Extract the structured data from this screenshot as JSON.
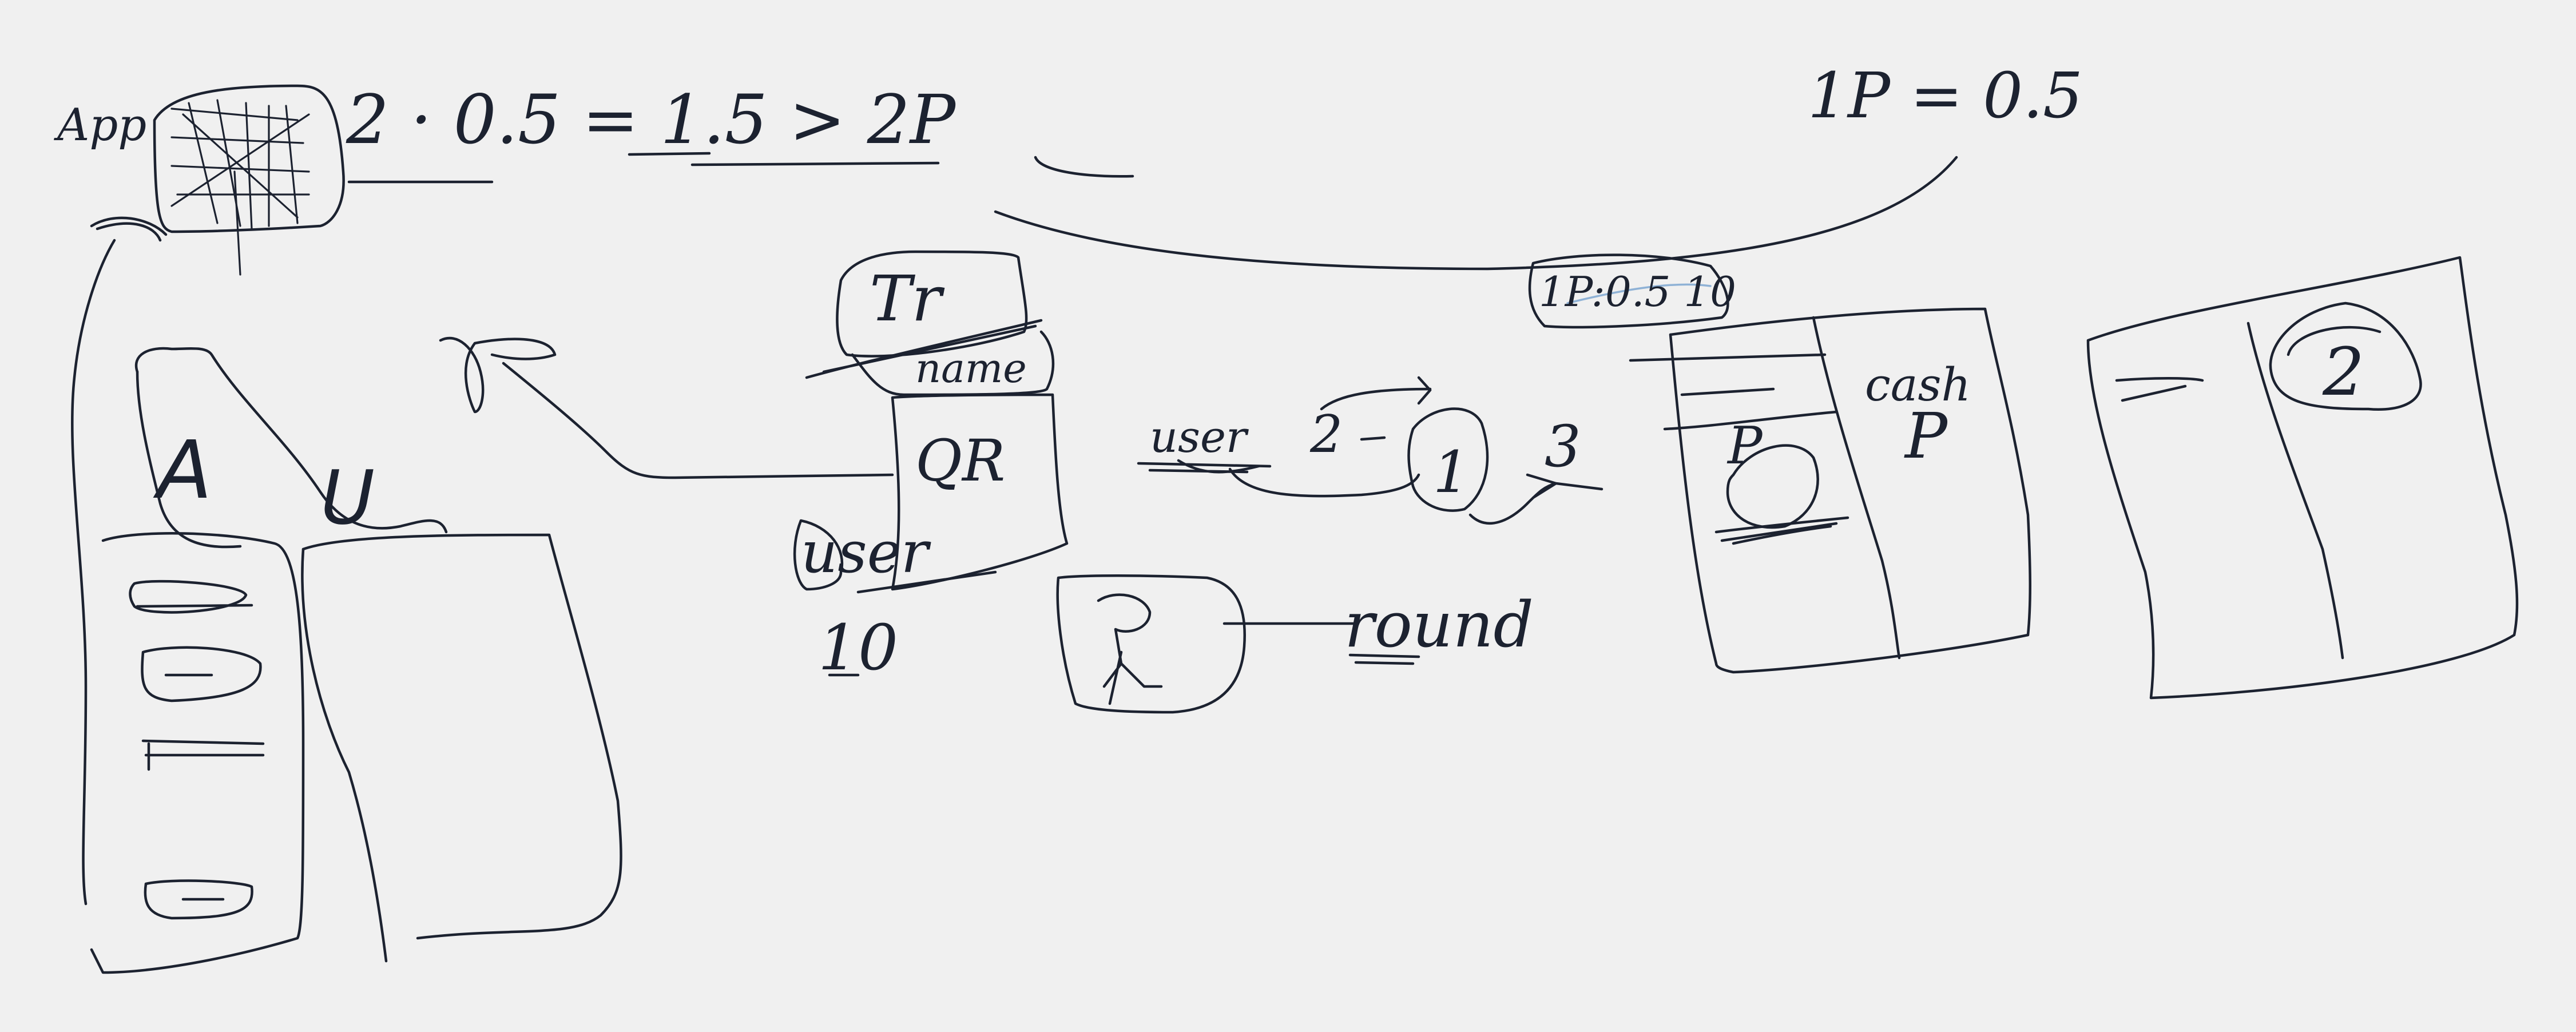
{
  "canvas": {
    "background": "#f0f0f0",
    "ink_color": "#1c2230",
    "highlight_color": "#8fb2d6"
  },
  "labels": {
    "app": "App",
    "equation": "2 · 0.5 = 1.5 > 2P",
    "top_right": "1P = 0.5",
    "tr": "Tr",
    "name": "name",
    "qr": "QR",
    "user_note": "user",
    "user": "user",
    "count_10": "10",
    "step_2": "2",
    "step_1": "1",
    "step_3": "3",
    "round": "round",
    "rate_box": "1P:0.5 10",
    "p_left": "P",
    "cash": "cash",
    "p_right": "P",
    "card_2": "2",
    "page_a": "A",
    "page_u": "U"
  }
}
